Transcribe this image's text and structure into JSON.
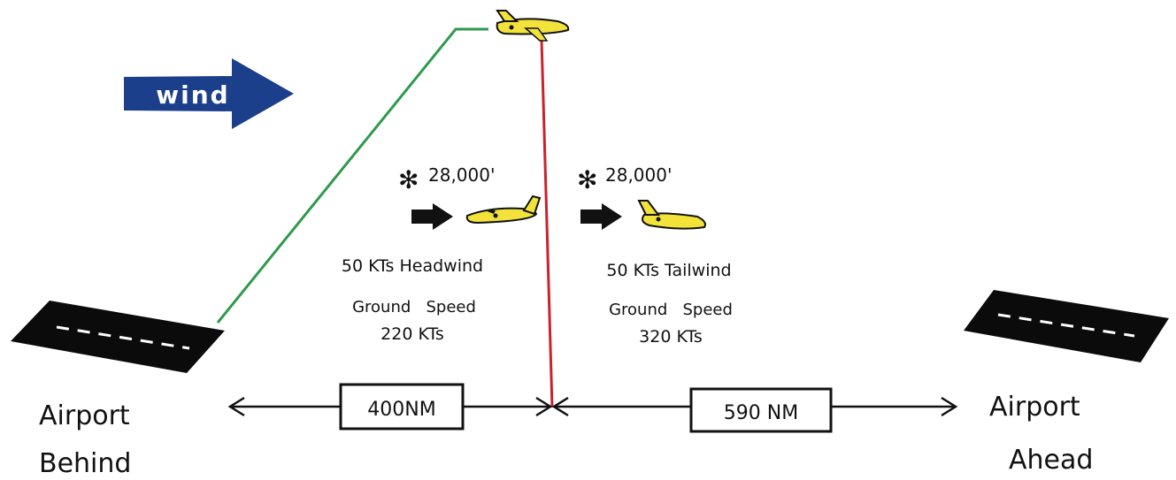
{
  "wind_label": "wind",
  "headwind_side": {
    "altitude": "28,000'",
    "wind_text": "50 KTs Headwind",
    "ground_speed_label": "Ground   Speed",
    "ground_speed_value": "220 KTs",
    "distance": "400NM"
  },
  "tailwind_side": {
    "altitude": "28,000'",
    "wind_text": "50 KTs Tailwind",
    "ground_speed_label": "Ground   Speed",
    "ground_speed_value": "320 KTs",
    "distance": "590 NM"
  },
  "airport_behind": {
    "line1": "Airport",
    "line2": "Behind"
  },
  "airport_ahead": {
    "line1": "Airport",
    "line2": "Ahead"
  },
  "colors": {
    "wind_arrow": "#1b3f8b",
    "plane": "#f2e23a",
    "climb_path": "#2e9a4c",
    "midpoint_line": "#c8232c",
    "runway": "#0b0b0b"
  }
}
